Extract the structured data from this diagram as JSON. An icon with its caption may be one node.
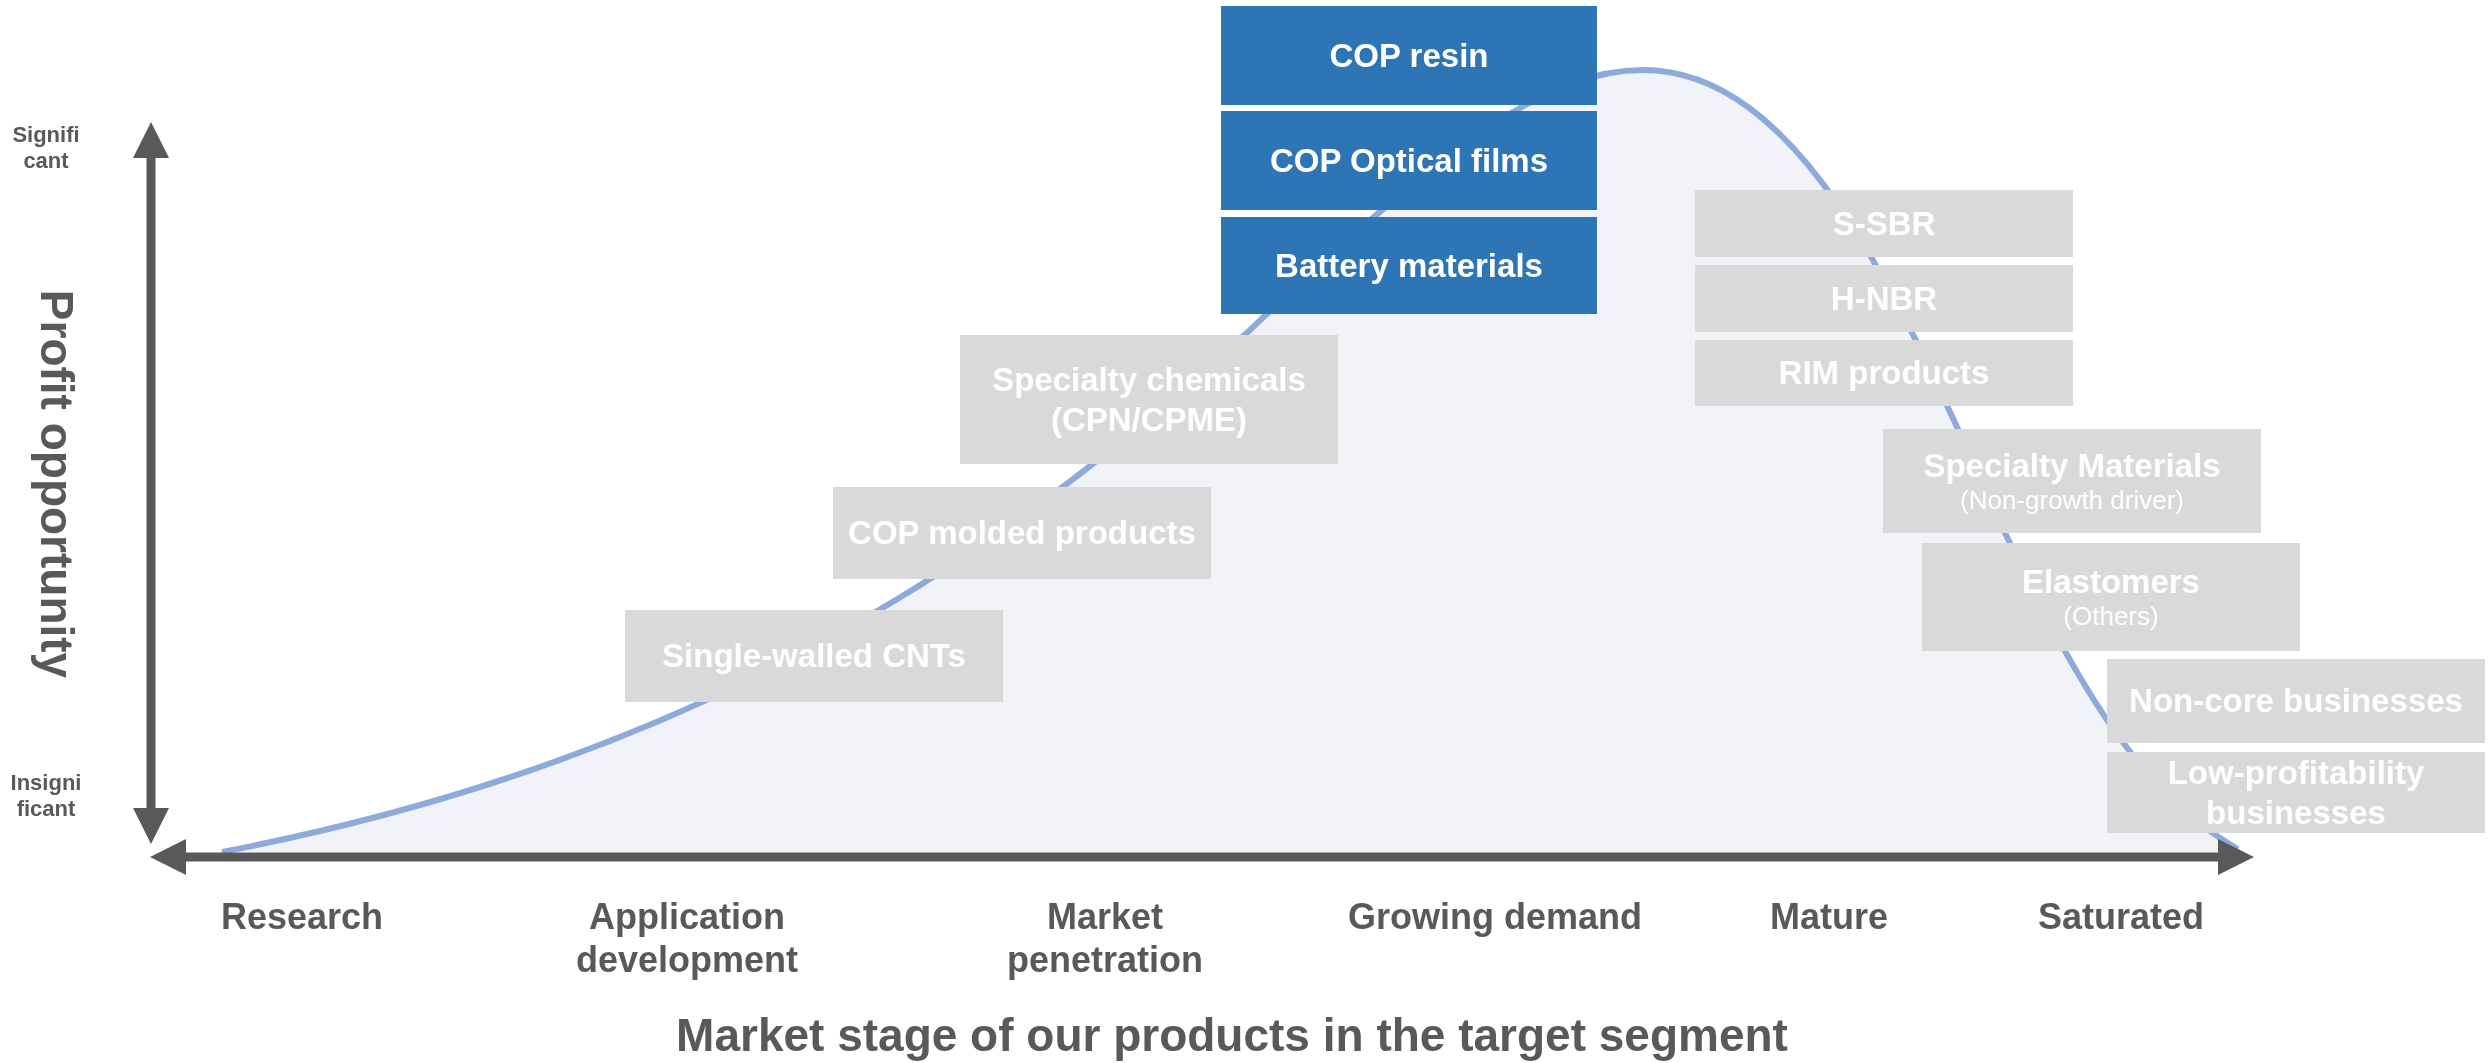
{
  "diagram": {
    "nodes": [
      {
        "text": [
          "COP resin"
        ]
      },
      {
        "text": [
          "COP Optical films"
        ]
      },
      {
        "text": [
          "Battery materials"
        ]
      },
      {
        "text": [
          "Specialty chemicals (CPN/CPME)"
        ]
      },
      {
        "text": [
          "COP molded products"
        ]
      },
      {
        "text": [
          "Single-walled CNTs"
        ]
      },
      {
        "text": [
          "S-SBR"
        ]
      },
      {
        "text": [
          "H-NBR"
        ]
      },
      {
        "text": [
          "RIM products"
        ]
      },
      {
        "text": [
          "Specialty Materials",
          "(Non-growth driver)"
        ]
      },
      {
        "text": [
          "Elastomers",
          "(Others)"
        ]
      },
      {
        "text": [
          "Non-core businesses"
        ]
      },
      {
        "text": [
          "Low-profitability businesses"
        ]
      }
    ],
    "labels": [
      "Signifi cant",
      "Profit opportunity",
      "Insigni ficant",
      "Research",
      "Application development",
      "Market penetration",
      "Growing demand",
      "Mature",
      "Saturated",
      "Market stage of our products in the target segment"
    ]
  }
}
